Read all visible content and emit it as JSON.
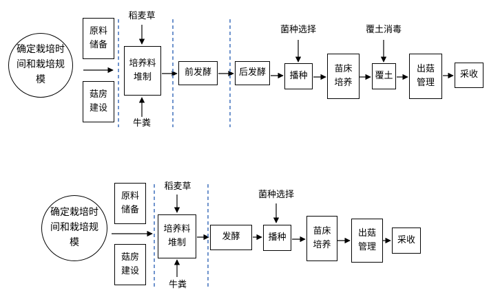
{
  "flow1": {
    "start": "确定栽培时间和栽培规模",
    "material_prep": "原料储备",
    "mushroom_house": "菇房建设",
    "compost": "培养料堆制",
    "straw": "稻麦草",
    "manure": "牛粪",
    "pre_ferment": "前发酵",
    "post_ferment": "后发酵",
    "strain_select": "菌种选择",
    "sowing": "播种",
    "bed_culture": "苗床培养",
    "casing_disinfect": "覆土消毒",
    "casing": "覆土",
    "fruiting": "出菇管理",
    "harvest": "采收"
  },
  "flow2": {
    "start": "确定栽培时间和栽培规模",
    "material_prep": "原料储备",
    "mushroom_house": "菇房建设",
    "compost": "培养料堆制",
    "straw": "稻麦草",
    "manure": "牛粪",
    "ferment": "发酵",
    "strain_select": "菌种选择",
    "sowing": "播种",
    "bed_culture": "苗床培养",
    "fruiting": "出菇管理",
    "harvest": "采收"
  },
  "colors": {
    "stroke": "#000000",
    "divider": "#4a78c0"
  }
}
